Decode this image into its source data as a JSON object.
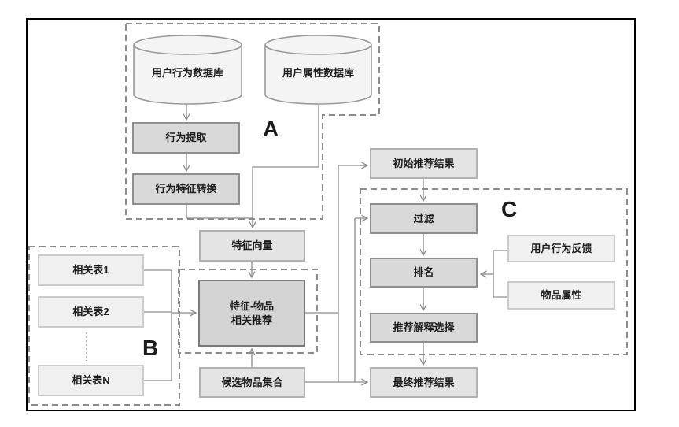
{
  "diagram": {
    "groups": {
      "a": {
        "label": "A"
      },
      "b": {
        "label": "B"
      },
      "c": {
        "label": "C"
      }
    },
    "nodes": {
      "db_behavior": {
        "label": "用户行为数据库",
        "shape": "cylinder"
      },
      "db_attribute": {
        "label": "用户属性数据库",
        "shape": "cylinder"
      },
      "behavior_extract": {
        "label": "行为提取"
      },
      "behavior_convert": {
        "label": "行为特征转换"
      },
      "feature_vector": {
        "label": "特征向量"
      },
      "feature_item_rec": {
        "line1": "特征-物品",
        "line2": "相关推荐"
      },
      "candidate_items": {
        "label": "候选物品集合"
      },
      "related_table_1": {
        "label": "相关表1"
      },
      "related_table_2": {
        "label": "相关表2"
      },
      "related_table_n": {
        "label": "相关表N"
      },
      "initial_results": {
        "label": "初始推荐结果"
      },
      "filter": {
        "label": "过滤"
      },
      "ranking": {
        "label": "排名"
      },
      "explanation_select": {
        "label": "推荐解释选择"
      },
      "final_results": {
        "label": "最终推荐结果"
      },
      "user_feedback": {
        "label": "用户行为反馈"
      },
      "item_attributes": {
        "label": "物品属性"
      }
    },
    "colors": {
      "frame_border": "#000000",
      "dashed_outline": "#8c8c8c",
      "connector": "#8c8c8c",
      "box_light_fill": "#f0f0f0",
      "box_mid_fill": "#e4e4e4",
      "box_dark_fill": "#d9d9d9",
      "box_darkest_fill": "#d4d4d4",
      "cylinder_fill": "#f4f4f4"
    }
  }
}
